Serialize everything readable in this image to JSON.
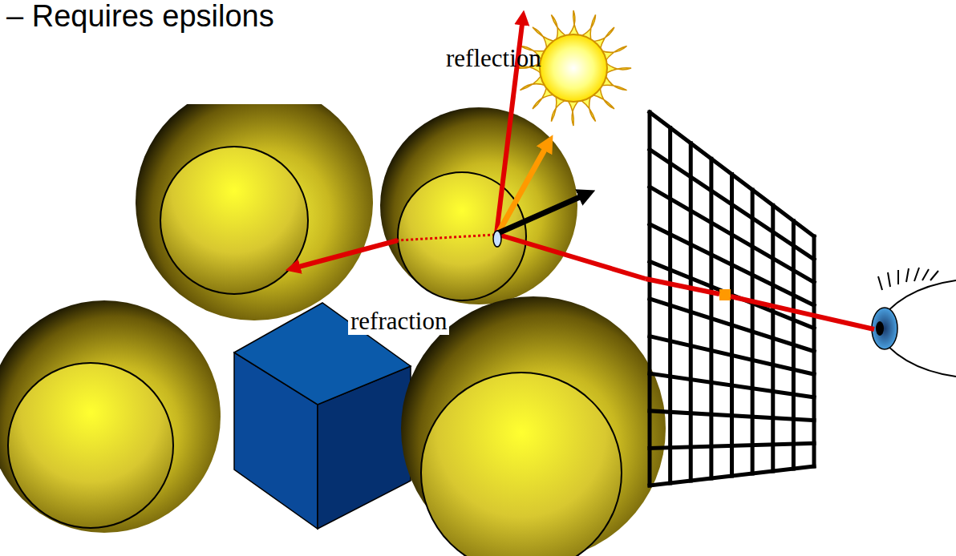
{
  "diagram": {
    "labels": [
      "– Requires epsilons",
      "reflection",
      "refraction"
    ]
  }
}
